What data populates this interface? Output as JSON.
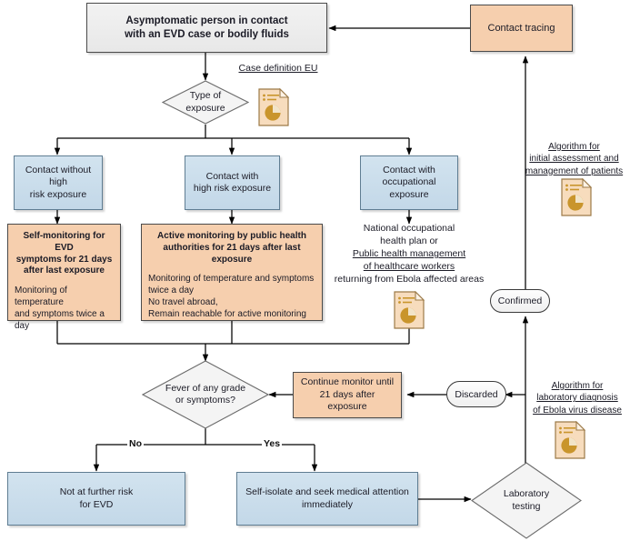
{
  "diagram": {
    "title": "EVD contact management algorithm",
    "colors": {
      "blue_fill": "#c9dded",
      "orange_fill": "#f6cfae",
      "grey_fill": "#ececec",
      "line": "#000000",
      "doc_fill": "#f7dcbd",
      "doc_accent": "#c9952c"
    },
    "nodes": {
      "asymptomatic_person": "Asymptomatic person in contact\nwith an EVD case or bodily fluids",
      "asymptomatic_person_line1": "Asymptomatic person in contact",
      "asymptomatic_person_line2": "with an EVD case or bodily fluids",
      "contact_tracing": "Contact tracing",
      "type_of_exposure_line1": "Type of",
      "type_of_exposure_line2": "exposure",
      "contact_without_high_risk_line1": "Contact without high",
      "contact_without_high_risk_line2": "risk exposure",
      "contact_with_high_risk_line1": "Contact with",
      "contact_with_high_risk_line2": "high risk exposure",
      "contact_occupational_line1": "Contact with",
      "contact_occupational_line2": "occupational exposure",
      "self_monitoring_heading": "Self-monitoring for EVD\nsymptoms for 21 days\nafter last exposure",
      "self_monitoring_body": "Monitoring of temperature\nand symptoms twice a day",
      "active_monitoring_heading": "Active monitoring by public health\nauthorities for 21 days after last exposure",
      "active_monitoring_body": "Monitoring of temperature and symptoms\ntwice a day\nNo travel abroad,\nRemain reachable for active monitoring",
      "national_plan_line1": "National occupational",
      "national_plan_line2": "health plan or",
      "public_health_mgmt_line1": "Public health management",
      "public_health_mgmt_line2": "of healthcare workers",
      "public_health_mgmt_line3": "returning from Ebola affected areas",
      "fever_question_line1": "Fever of any grade",
      "fever_question_line2": "or symptoms?",
      "continue_monitor": "Continue monitor until\n21 days after exposure",
      "continue_monitor_line1": "Continue monitor until",
      "continue_monitor_line2": "21 days after exposure",
      "discarded": "Discarded",
      "confirmed": "Confirmed",
      "not_at_risk_line1": "Not at further risk",
      "not_at_risk_line2": "for EVD",
      "self_isolate_line1": "Self-isolate and seek medical attention",
      "self_isolate_line2": "immediately",
      "laboratory_testing_line1": "Laboratory",
      "laboratory_testing_line2": "testing"
    },
    "annotations": {
      "case_definition_eu": "Case definition EU",
      "algorithm_initial_line1": "Algorithm for",
      "algorithm_initial_line2": "initial assessment and",
      "algorithm_initial_line3": "management of patients",
      "algorithm_lab_line1": "Algorithm for",
      "algorithm_lab_line2": "laboratory diagnosis",
      "algorithm_lab_line3": "of Ebola virus disease"
    },
    "edge_labels": {
      "no": "No",
      "yes": "Yes"
    },
    "icons": {
      "document_case_definition": "document-pie-chart-icon",
      "document_occupational": "document-pie-chart-icon",
      "document_initial_assessment": "document-pie-chart-icon",
      "document_lab_diagnosis": "document-pie-chart-icon"
    }
  }
}
